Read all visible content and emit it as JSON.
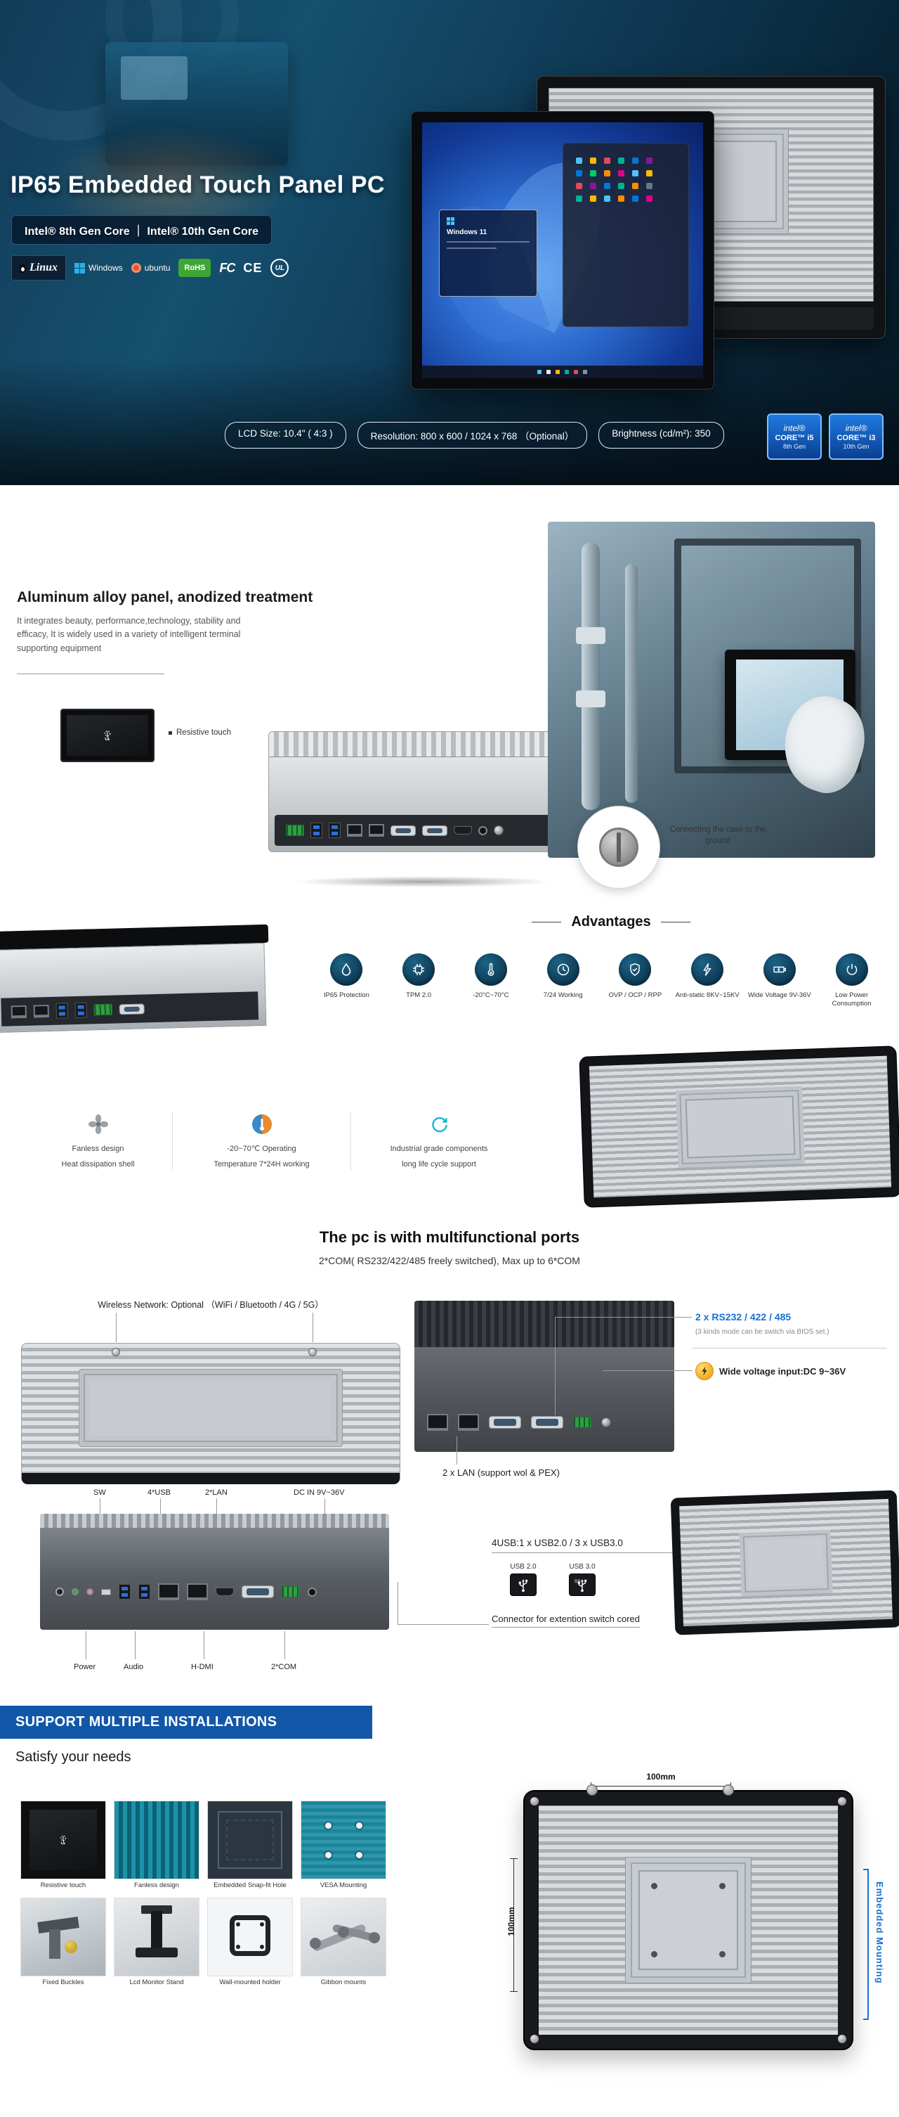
{
  "hero": {
    "title": "IP65 Embedded Touch Panel PC",
    "subtitle": "Intel® 8th Gen Core ｜ Intel® 10th Gen Core",
    "badges": [
      "Linux",
      "Windows",
      "ubuntu",
      "RoHS",
      "FC",
      "CE",
      "UL"
    ],
    "screen_title": "Windows 11",
    "specs": [
      "LCD Size: 10.4\" ( 4:3 )",
      "Resolution: 800 x 600 / 1024 x 768 （Optional）",
      "Brightness (cd/m²): 350"
    ],
    "intel": [
      {
        "brand": "intel®",
        "core": "CORE™ i5",
        "gen": "8th Gen"
      },
      {
        "brand": "intel®",
        "core": "CORE™ i3",
        "gen": "10th Gen"
      }
    ]
  },
  "aluminum": {
    "heading": "Aluminum alloy panel, anodized treatment",
    "body": "It integrates beauty, performance,technology, stability and efficacy, It is widely used in a variety of intelligent terminal supporting equipment",
    "resistive_label": "Resistive touch",
    "ground_label": "Connecting the case to the ground"
  },
  "advantages": {
    "heading": "Advantages",
    "items": [
      {
        "label": "IP65 Protection",
        "icon": "water-drop-icon"
      },
      {
        "label": "TPM 2.0",
        "icon": "chip-icon"
      },
      {
        "label": "-20°C~70°C",
        "icon": "thermometer-icon"
      },
      {
        "label": "7/24 Working",
        "icon": "clock-icon"
      },
      {
        "label": "OVP / OCP / RPP",
        "icon": "shield-icon"
      },
      {
        "label": "Anti-static 8KV~15KV",
        "icon": "lightning-icon"
      },
      {
        "label": "Wide Voltage 9V-36V",
        "icon": "battery-icon"
      },
      {
        "label": "Low Power Consumption",
        "icon": "power-icon"
      }
    ],
    "features": [
      {
        "line1": "Fanless design",
        "line2": "Heat dissipation shell",
        "icon": "fan-icon"
      },
      {
        "line1": "-20~70℃ Operating",
        "line2": "Temperature 7*24H working",
        "icon": "temperature-circle-icon"
      },
      {
        "line1": "Industrial grade components",
        "line2": "long life cycle support",
        "icon": "recycle-arrows-icon"
      }
    ]
  },
  "ports": {
    "heading": "The pc is with multifunctional ports",
    "subheading": "2*COM( RS232/422/485 freely switched), Max up to 6*COM",
    "wireless_label": "Wireless Network: Optional （WiFi / Bluetooth / 4G / 5G）",
    "com_label": "2 x RS232 / 422 / 485",
    "com_note": "(3 kinds mode can be switch via BIOS set.)",
    "voltage_label": "Wide voltage input:DC 9~36V",
    "lan_label": "2 x LAN (support wol & PEX)",
    "top_labels": [
      "SW",
      "4*USB",
      "2*LAN",
      "DC IN 9V~36V"
    ],
    "bottom_labels": [
      "Power",
      "Audio",
      "H-DMI",
      "2*COM"
    ],
    "usb_title": "4USB:1 x USB2.0 / 3 x USB3.0",
    "usb_labels": [
      "USB 2.0",
      "USB 3.0"
    ],
    "connector_label": "Connector for extention switch cored"
  },
  "install": {
    "banner": "SUPPORT MULTIPLE INSTALLATIONS",
    "subheading": "Satisfy your needs",
    "cards": [
      "Resistive touch",
      "Fanless design",
      "Embedded Snap-fit Hole",
      "VESA Mounting",
      "Fixed Buckles",
      "Lcd Monitor Stand",
      "Wall-mounted holder",
      "Gibbon mounts"
    ],
    "dim_top": "100mm",
    "dim_left": "100mm",
    "mount_label": "Embedded Mounting"
  },
  "colors": {
    "banner_blue": "#1157a8",
    "callout_blue": "#1a6fd4",
    "rohs_green": "#3fa535",
    "intel_blue": "#1e7ae0"
  }
}
